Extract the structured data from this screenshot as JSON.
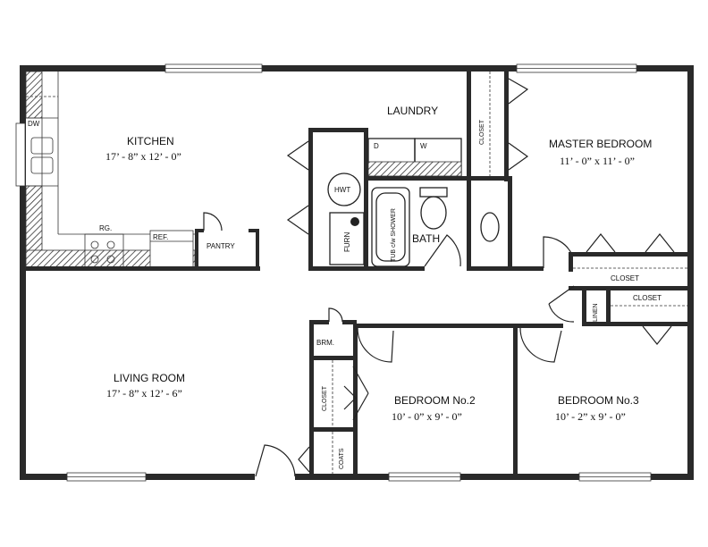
{
  "rooms": {
    "kitchen": {
      "name": "KITCHEN",
      "size": "17’ - 8” x 12’ - 0”"
    },
    "laundry": {
      "name": "LAUNDRY"
    },
    "master": {
      "name": "MASTER BEDROOM",
      "size": "11’ - 0” x 11’ - 0”"
    },
    "living": {
      "name": "LIVING ROOM",
      "size": "17’ - 8” x 12’ - 6”"
    },
    "bed2": {
      "name": "BEDROOM No.2",
      "size": "10’ - 0” x 9’ - 0”"
    },
    "bed3": {
      "name": "BEDROOM No.3",
      "size": "10’ - 2” x 9’ - 0”"
    },
    "bath": {
      "name": "BATH"
    },
    "pantry": {
      "name": "PANTRY"
    }
  },
  "fixtures": {
    "dw": "DW",
    "range": "RG.",
    "ref": "REF.",
    "dryer": "D",
    "washer": "W",
    "hwt": "HWT",
    "furn": "FURN",
    "tub": "TUB c/w SHOWER",
    "brm": "BRM.",
    "linen": "LINEN",
    "coats": "COATS"
  },
  "closets": {
    "laundry": "CLOSET",
    "master": "CLOSET",
    "bed3": "CLOSET",
    "bed2": "CLOSET"
  }
}
